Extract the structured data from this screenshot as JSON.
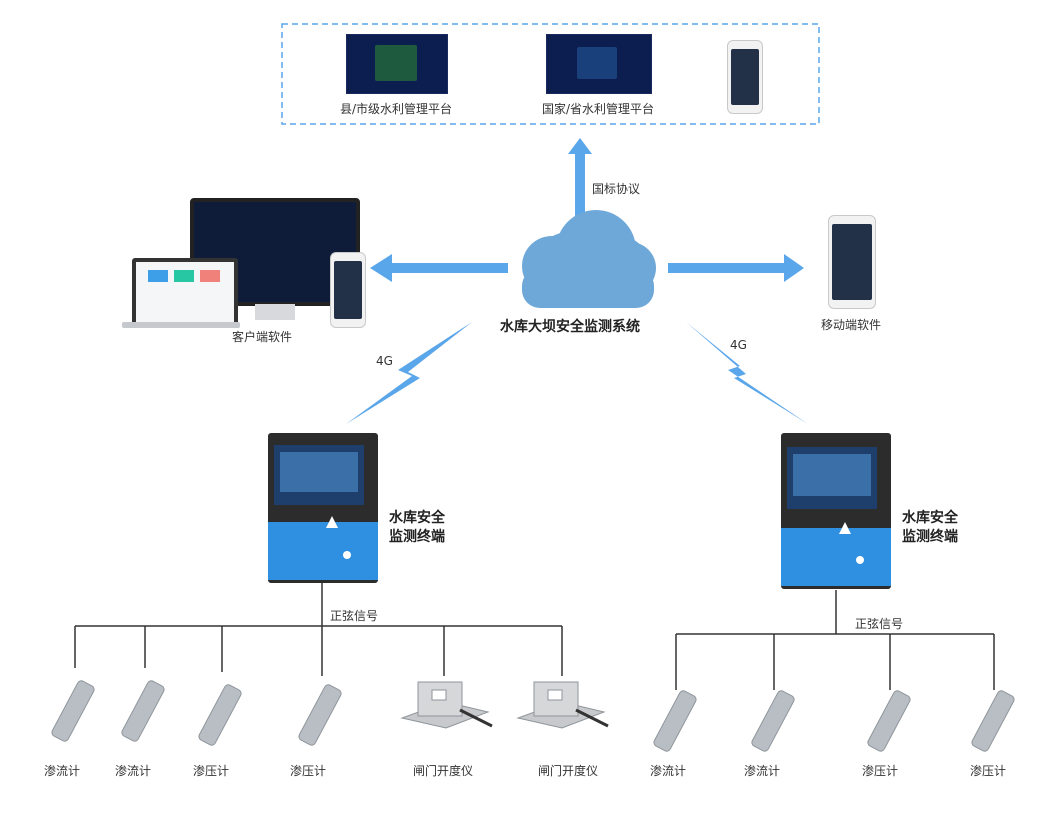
{
  "platforms": {
    "county": "县/市级水利管理平台",
    "national": "国家/省水利管理平台"
  },
  "protocol": "国标协议",
  "system": "水库大坝安全监测系统",
  "client": "客户端软件",
  "mobile": "移动端软件",
  "link_left": "4G",
  "link_right": "4G",
  "terminal_left": {
    "line1": "水库安全",
    "line2": "监测终端"
  },
  "terminal_right": {
    "line1": "水库安全",
    "line2": "监测终端"
  },
  "signal_left": "正弦信号",
  "signal_right": "正弦信号",
  "sensors_left": [
    "渗流计",
    "渗流计",
    "渗压计",
    "渗压计",
    "闸门开度仪",
    "闸门开度仪"
  ],
  "sensors_right": [
    "渗流计",
    "渗流计",
    "渗压计",
    "渗压计"
  ],
  "colors": {
    "arrow": "#5aa6ea",
    "cloud": "#6ea8d8",
    "dashed_border": "#5aa6ea",
    "terminal_blue": "#2f8fe0"
  }
}
